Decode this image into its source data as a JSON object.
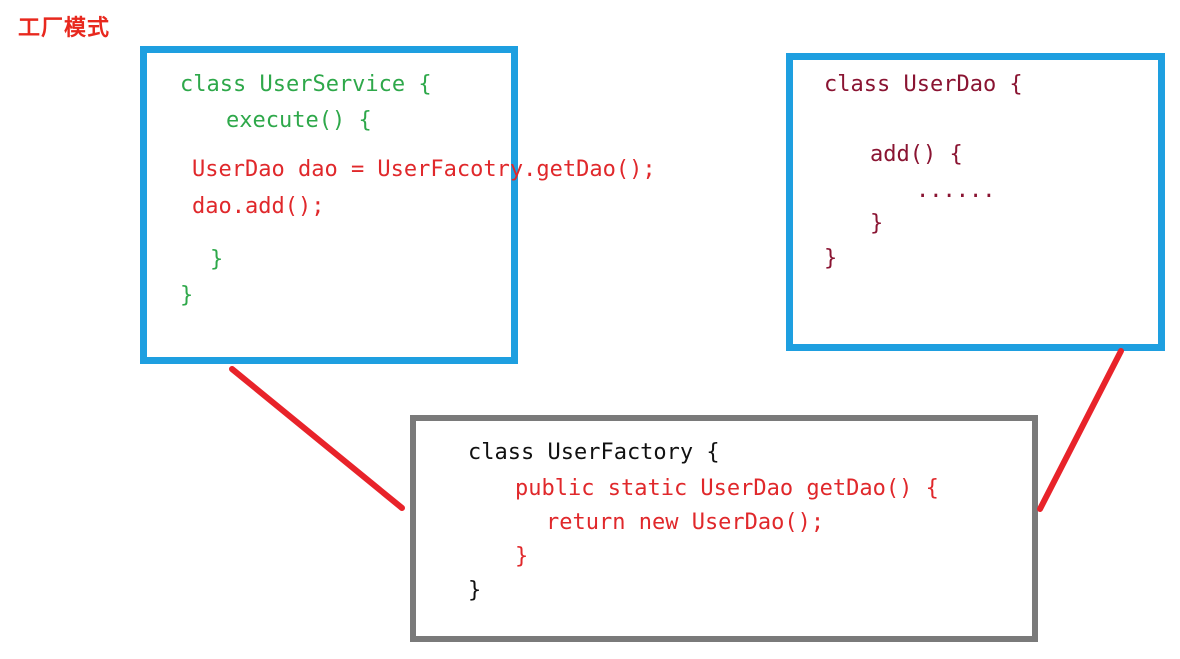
{
  "title": "工厂模式",
  "colors": {
    "title": "#e8281e",
    "box_blue": "#1e9fe0",
    "box_gray": "#7a7a7a",
    "code_green": "#2ea84a",
    "code_red": "#e0282b",
    "code_maroon": "#8a1432",
    "code_black": "#111111",
    "connector": "#e8232a"
  },
  "user_service": {
    "class_decl": "class UserService {",
    "method_decl": "execute() {",
    "line_get_dao": "UserDao dao = UserFacotry.getDao();",
    "line_add": "dao.add();",
    "method_close": "}",
    "class_close": "}"
  },
  "user_dao": {
    "class_decl": "class UserDao {",
    "method_decl": "add() {",
    "body": "......",
    "method_close": "}",
    "class_close": "}"
  },
  "user_factory": {
    "class_decl": "class UserFactory {",
    "method_decl": "public static UserDao getDao() {",
    "return_line": "return new UserDao();",
    "method_close": "}",
    "class_close": "}"
  }
}
